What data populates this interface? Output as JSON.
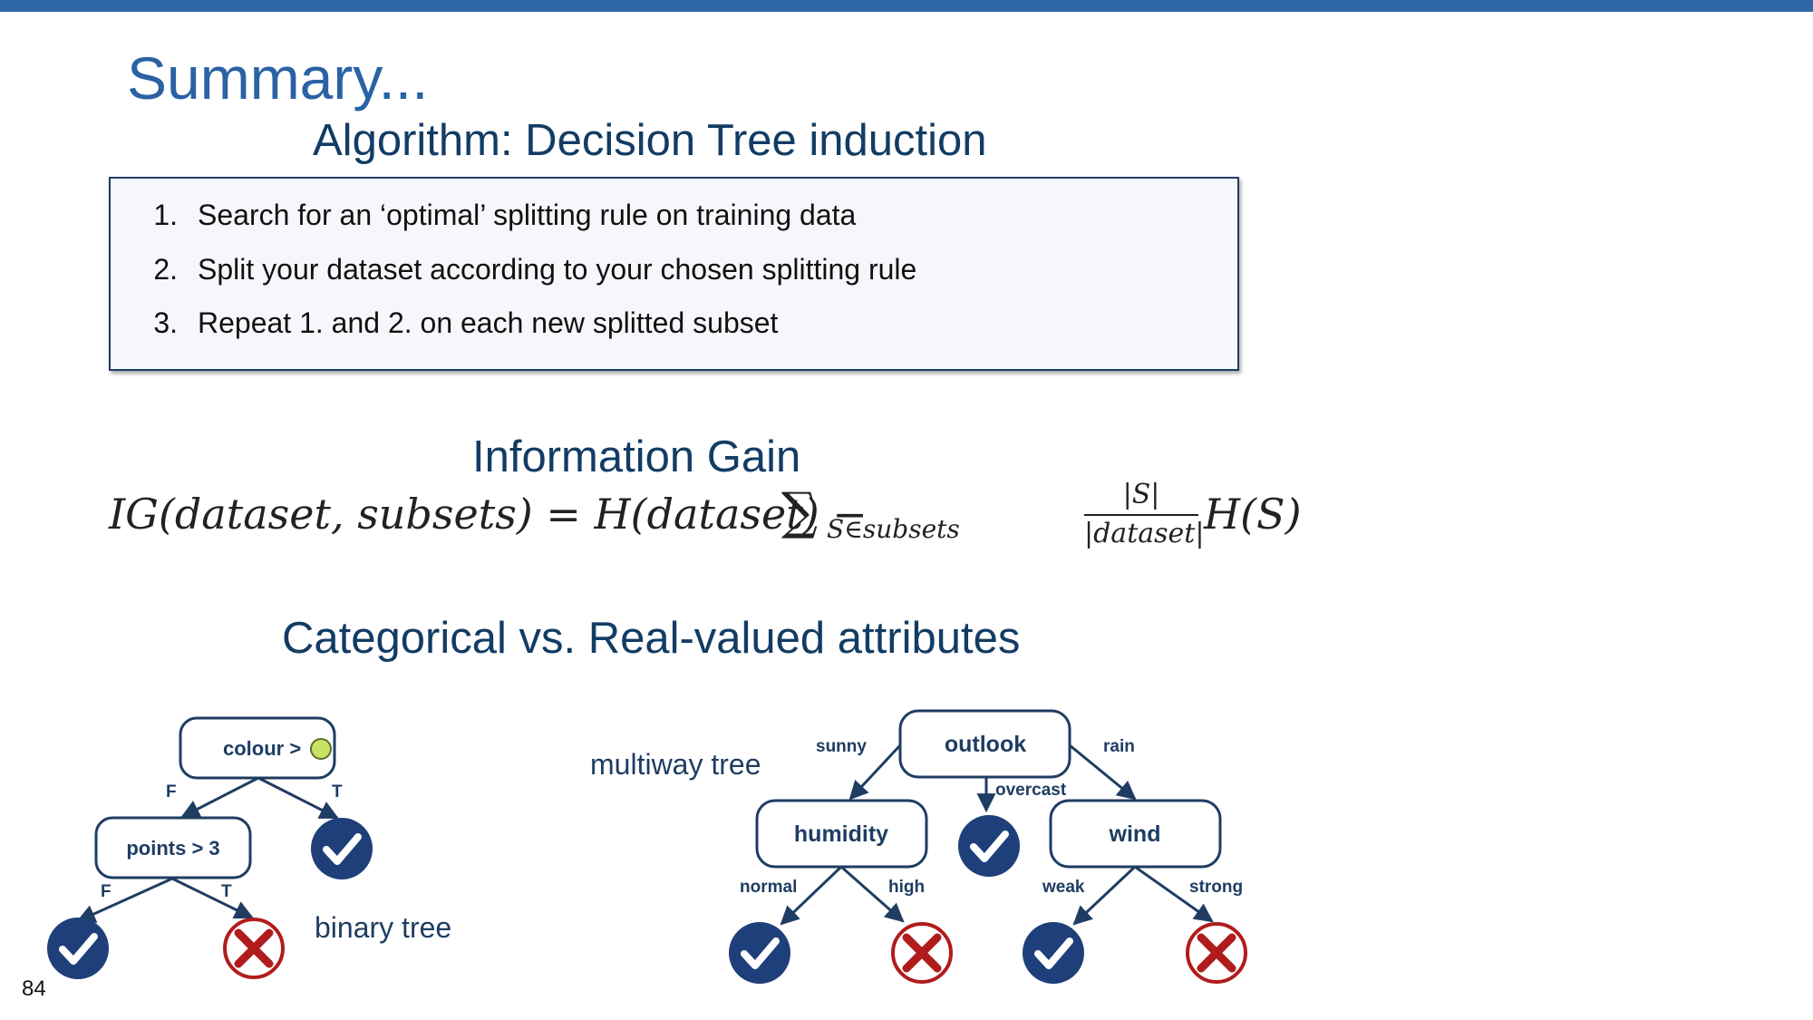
{
  "slide": {
    "title": "Summary...",
    "page_number": "84",
    "accent_color": "#2f66a6",
    "text_color": "#123c64"
  },
  "algorithm": {
    "title": "Algorithm: Decision Tree induction",
    "steps": [
      {
        "num": "1.",
        "text": "Search for an ‘optimal’ splitting rule on training data"
      },
      {
        "num": "2.",
        "text": "Split your dataset according to your chosen splitting rule"
      },
      {
        "num": "3.",
        "text": "Repeat 1. and 2. on each new splitted subset"
      }
    ]
  },
  "information_gain": {
    "title": "Information Gain",
    "formula": {
      "lhs": "IG(dataset, subsets) = H(dataset) − ",
      "sigma": "∑",
      "sigma_sub": "S∈subsets",
      "frac_num": "|S|",
      "frac_den": "|dataset|",
      "rhs": "H(S)"
    }
  },
  "attributes": {
    "title": "Categorical vs. Real-valued attributes",
    "binary_tree": {
      "caption": "binary tree",
      "root_label": "colour > ",
      "root_swatch_color": "#c9e265",
      "child_label": "points > 3",
      "edge_f": "F",
      "edge_t": "T",
      "yes_icon": "check-circle-icon",
      "no_icon": "x-circle-icon"
    },
    "multiway_tree": {
      "caption": "multiway tree",
      "root_label": "outlook",
      "edge_sunny": "sunny",
      "edge_overcast": "overcast",
      "edge_rain": "rain",
      "left_node": "humidity",
      "right_node": "wind",
      "edge_normal": "normal",
      "edge_high": "high",
      "edge_weak": "weak",
      "edge_strong": "strong"
    }
  }
}
